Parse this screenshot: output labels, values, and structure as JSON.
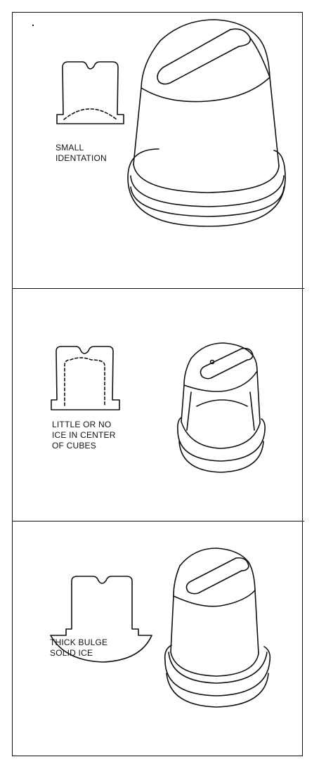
{
  "panels": [
    {
      "caption": "SMALL\nIDENTATION"
    },
    {
      "caption": "LITTLE  OR  NO\nICE IN CENTER\nOF CUBES"
    },
    {
      "caption": "THICK BULGE\nSOLID ICE"
    }
  ]
}
